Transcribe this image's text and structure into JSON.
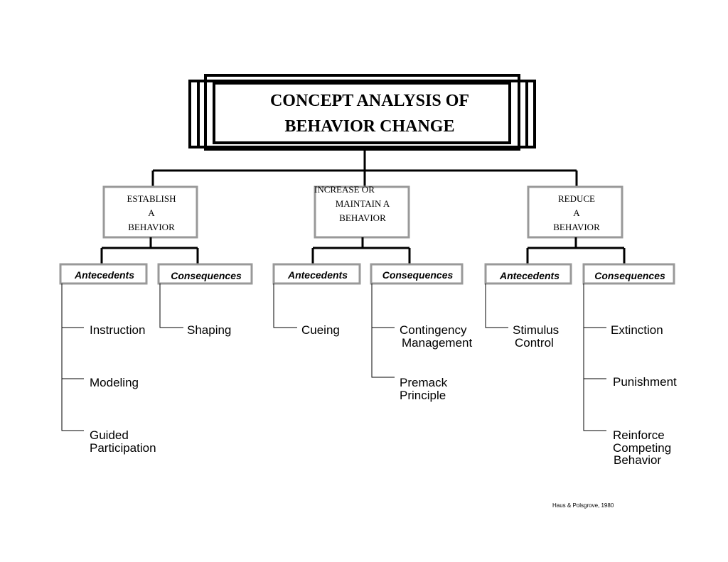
{
  "title": {
    "line1": "CONCEPT ANALYSIS OF",
    "line2": "BEHAVIOR CHANGE"
  },
  "categories": [
    {
      "lines": [
        "ESTABLISH",
        "A",
        "BEHAVIOR"
      ]
    },
    {
      "lines": [
        "INCREASE OR",
        "MAINTAIN A",
        "BEHAVIOR"
      ]
    },
    {
      "lines": [
        "REDUCE",
        "A",
        "BEHAVIOR"
      ]
    }
  ],
  "subcategories": [
    {
      "label": "Antecedents"
    },
    {
      "label": "Consequences"
    },
    {
      "label": "Antecedents"
    },
    {
      "label": "Consequences"
    },
    {
      "label": "Antecedents"
    },
    {
      "label": "Consequences"
    }
  ],
  "leaves": {
    "establish_antecedents": [
      {
        "lines": [
          "Instruction"
        ]
      },
      {
        "lines": [
          "Modeling"
        ]
      },
      {
        "lines": [
          "Guided",
          "Participation"
        ]
      }
    ],
    "establish_consequences": [
      {
        "lines": [
          "Shaping"
        ]
      }
    ],
    "increase_antecedents": [
      {
        "lines": [
          "Cueing"
        ]
      }
    ],
    "increase_consequences": [
      {
        "lines": [
          "Contingency",
          "Management"
        ]
      },
      {
        "lines": [
          "Premack",
          "Principle"
        ]
      }
    ],
    "reduce_antecedents": [
      {
        "lines": [
          "Stimulus",
          "Control"
        ]
      }
    ],
    "reduce_consequences": [
      {
        "lines": [
          "Extinction"
        ]
      },
      {
        "lines": [
          "Punishment"
        ]
      },
      {
        "lines": [
          "Reinforce",
          "Competing",
          "Behavior"
        ]
      }
    ]
  },
  "credit": "Haus & Polsgrove, 1980",
  "colors": {
    "line": "#000000",
    "box_border": "#999999",
    "background": "#ffffff"
  }
}
